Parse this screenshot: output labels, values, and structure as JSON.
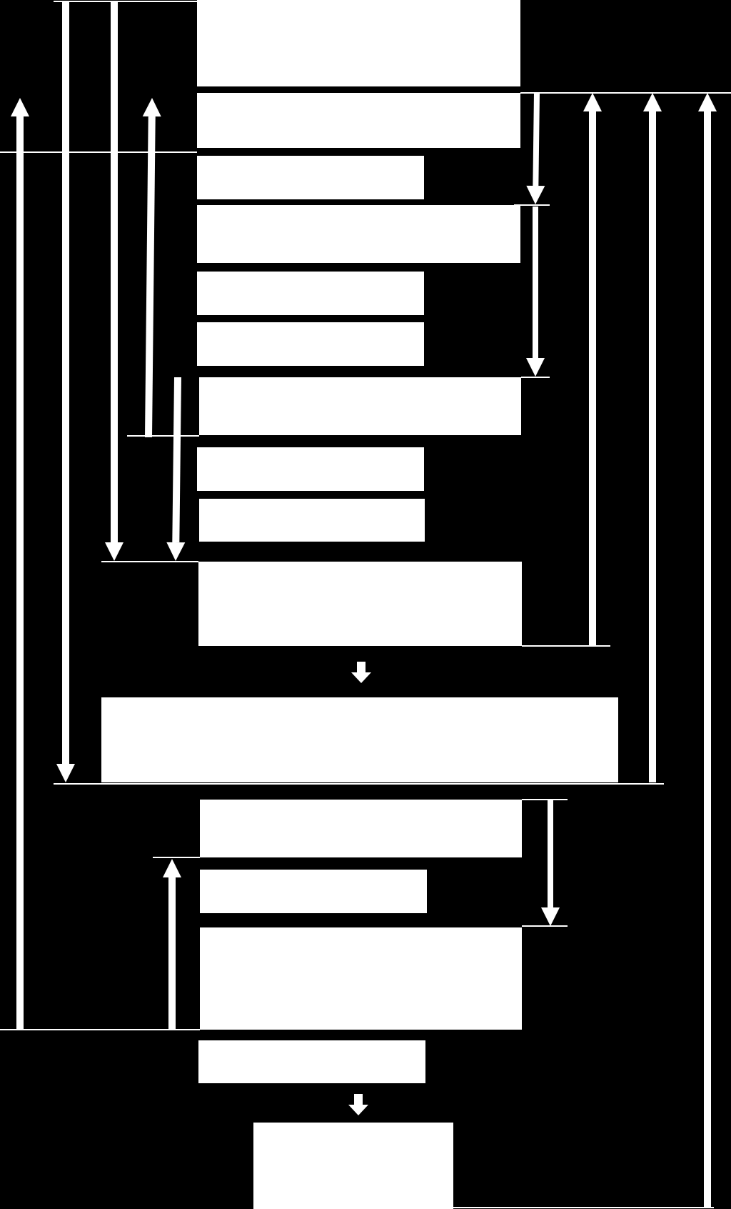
{
  "colors": {
    "background": "#000000",
    "box_fill": "#ffffff",
    "connector": "#ffffff"
  },
  "boxes": [
    {
      "id": "box-01",
      "text": ""
    },
    {
      "id": "box-02",
      "text": ""
    },
    {
      "id": "box-03",
      "text": ""
    },
    {
      "id": "box-04",
      "text": ""
    },
    {
      "id": "box-05",
      "text": ""
    },
    {
      "id": "box-06",
      "text": ""
    },
    {
      "id": "box-07",
      "text": ""
    },
    {
      "id": "box-08",
      "text": ""
    },
    {
      "id": "box-09",
      "text": ""
    },
    {
      "id": "box-10",
      "text": ""
    },
    {
      "id": "box-11",
      "text": ""
    },
    {
      "id": "box-12",
      "text": ""
    },
    {
      "id": "box-13",
      "text": ""
    },
    {
      "id": "box-14",
      "text": ""
    },
    {
      "id": "box-15",
      "text": ""
    },
    {
      "id": "box-16",
      "text": ""
    }
  ]
}
